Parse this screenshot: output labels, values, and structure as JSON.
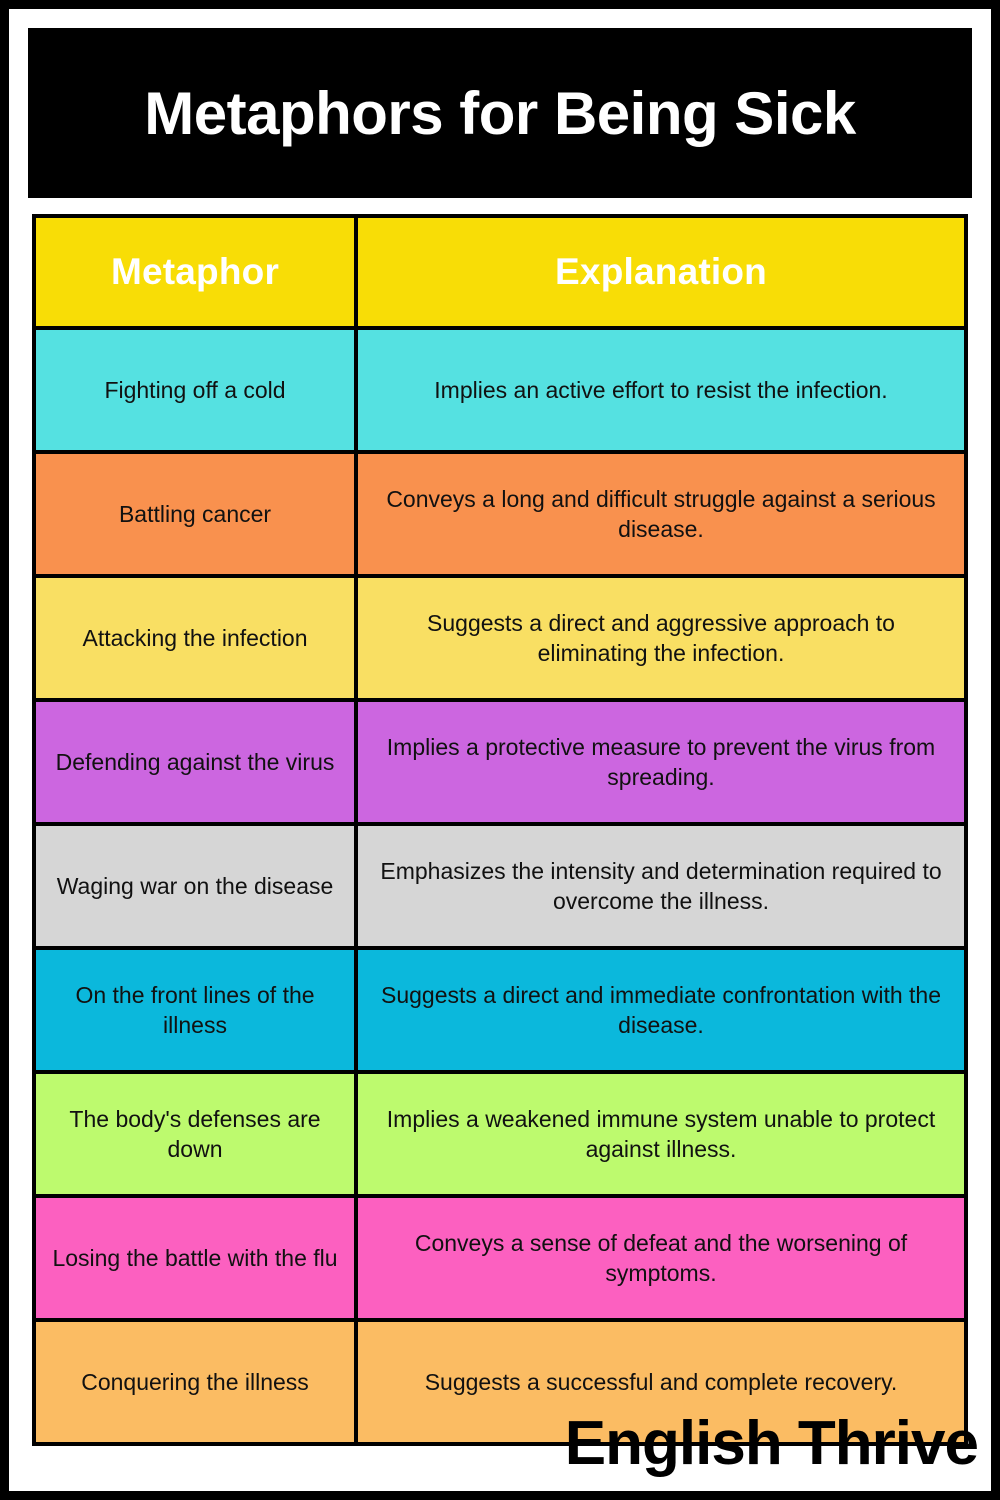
{
  "poster": {
    "title": "Metaphors for Being Sick",
    "brand": "English Thrive",
    "colors": {
      "outer_border": "#000000",
      "title_banner_bg": "#000000",
      "title_text": "#ffffff",
      "header_bg": "#F8DD06",
      "header_text": "#ffffff",
      "grid_line": "#000000",
      "body_text": "#111111",
      "page_bg": "#ffffff"
    }
  },
  "table": {
    "columns": [
      "Metaphor",
      "Explanation"
    ],
    "rows": [
      {
        "metaphor": "Fighting off a cold",
        "explanation": "Implies an active effort to resist the infection.",
        "color": "#55E1E1"
      },
      {
        "metaphor": "Battling cancer",
        "explanation": "Conveys a long and difficult struggle against a serious disease.",
        "color": "#F9914E"
      },
      {
        "metaphor": "Attacking the infection",
        "explanation": "Suggests a direct and aggressive approach to eliminating the infection.",
        "color": "#F9DF63"
      },
      {
        "metaphor": "Defending against the virus",
        "explanation": "Implies a protective measure to prevent the virus from spreading.",
        "color": "#CC66E0"
      },
      {
        "metaphor": "Waging war on the disease",
        "explanation": "Emphasizes the intensity and determination required to overcome the illness.",
        "color": "#D6D6D6"
      },
      {
        "metaphor": "On the front lines of the illness",
        "explanation": "Suggests a direct and immediate confrontation with the disease.",
        "color": "#0BB8DC"
      },
      {
        "metaphor": "The body's defenses are down",
        "explanation": "Implies a weakened immune system unable to protect against illness.",
        "color": "#BDFA6E"
      },
      {
        "metaphor": "Losing the battle with the flu",
        "explanation": "Conveys a sense of defeat and the worsening of symptoms.",
        "color": "#FC60C0"
      },
      {
        "metaphor": "Conquering the illness",
        "explanation": "Suggests a successful and complete recovery.",
        "color": "#FBBC63"
      }
    ]
  }
}
